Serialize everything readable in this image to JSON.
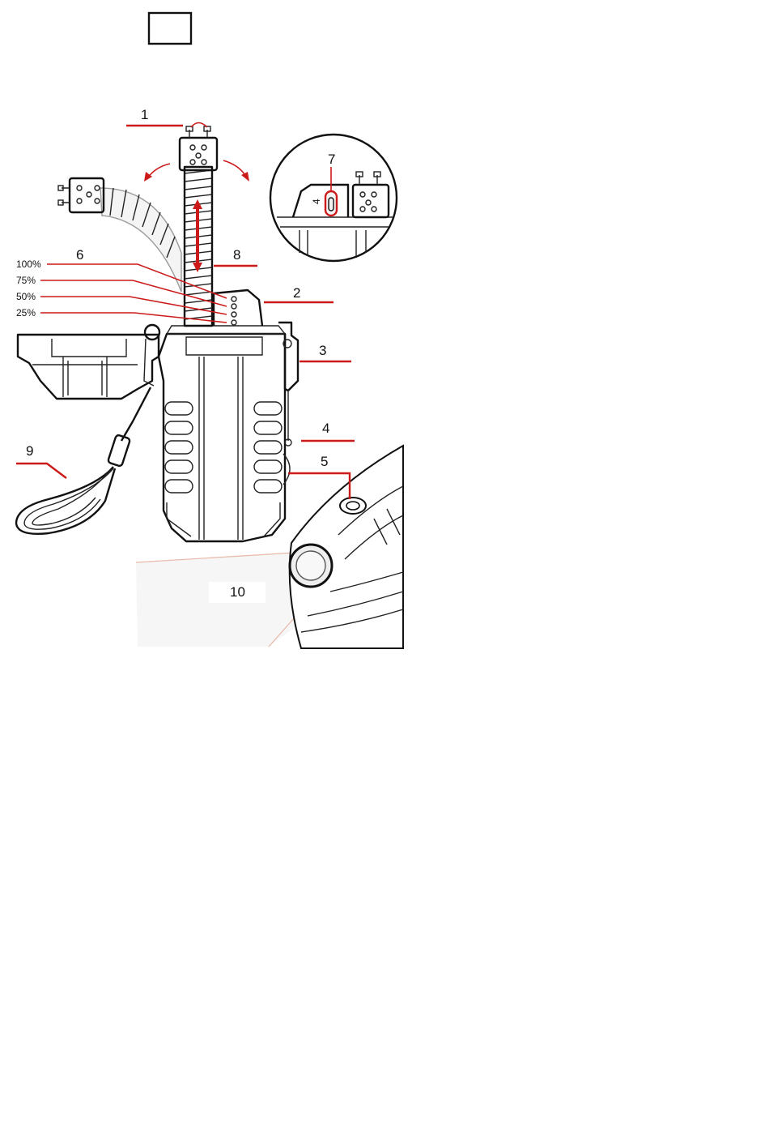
{
  "callouts": {
    "c1": "1",
    "c2": "2",
    "c3": "3",
    "c4": "4",
    "c5": "5",
    "c6": "6",
    "c7": "7",
    "c8": "8",
    "c9": "9",
    "c10": "10"
  },
  "battery_levels": [
    "100%",
    "75%",
    "50%",
    "25%"
  ],
  "colors": {
    "callout_line": "#cc1a1a",
    "outline": "#111111",
    "background": "#ffffff"
  }
}
